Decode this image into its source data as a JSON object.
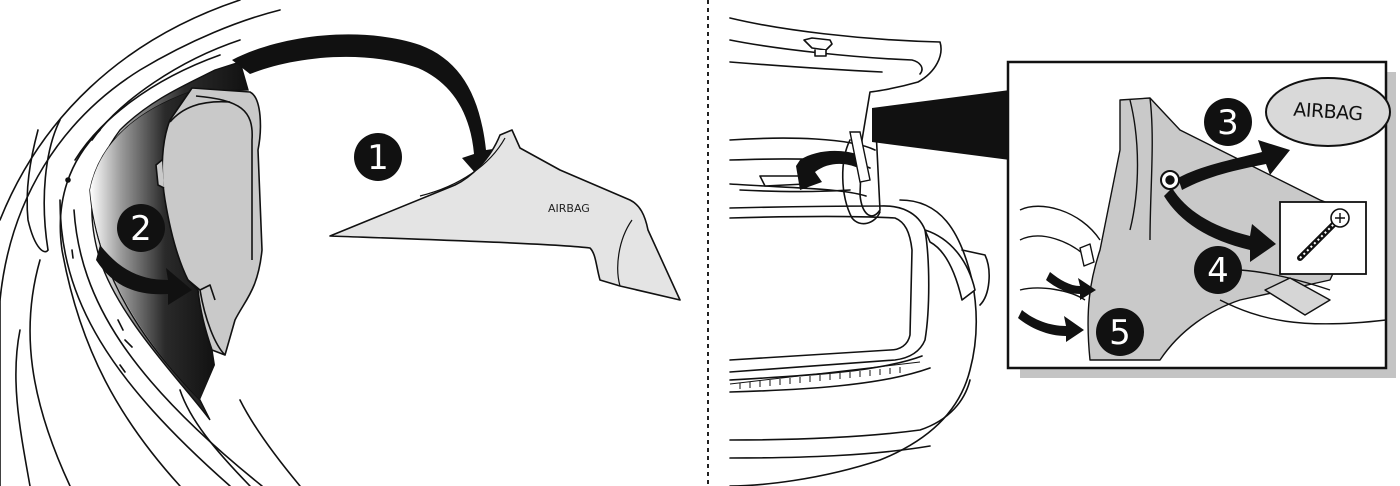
{
  "steps": [
    "1",
    "2",
    "3",
    "4",
    "5"
  ],
  "panel_label": "AIRBAG",
  "badge_label": "AIRBAG",
  "colors": {
    "line": "#111111",
    "panel_fill": "#e4e4e4",
    "panel_dark": "#1a1a1a",
    "trim_fill": "#c9c9c9",
    "badge_fill": "#d9d9d9",
    "inset_shadow": "#c4c4c4",
    "divider": "#222222"
  },
  "icons": [
    "arrow-right-icon",
    "screw-icon",
    "airbag-badge-icon",
    "trunk-illustration",
    "trim-panel-illustration"
  ]
}
